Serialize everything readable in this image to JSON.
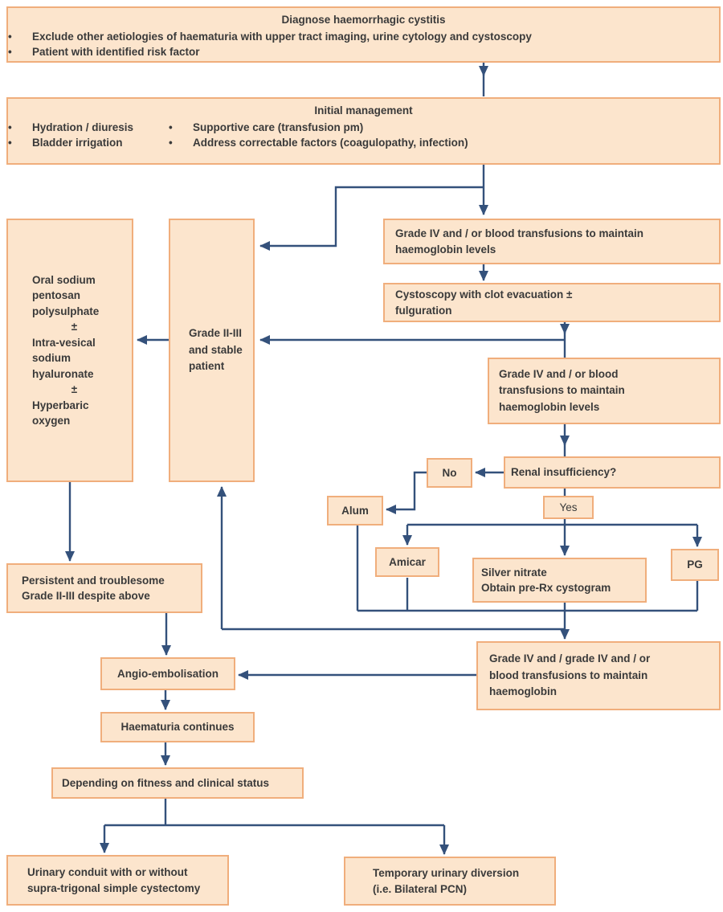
{
  "colors": {
    "box_fill": "#fce5cd",
    "box_border": "#f0ae7c",
    "connector": "#34517b",
    "text": "#3a3a3a"
  },
  "nodes": {
    "diagnose": {
      "title": "Diagnose haemorrhagic cystitis",
      "bullets": [
        "Exclude other aetiologies of haematuria with upper tract imaging, urine cytology and cystoscopy",
        "Patient with identified risk factor"
      ]
    },
    "initial": {
      "title": "Initial management",
      "bullets_left": [
        "Hydration / diuresis",
        "Bladder irrigation"
      ],
      "bullets_right": [
        "Supportive care (transfusion pm)",
        "Address correctable factors (coagulopathy, infection)"
      ]
    },
    "oral": {
      "lines": [
        "Oral sodium",
        "pentosan",
        "polysulphate",
        "±",
        "Intra-vesical",
        "sodium",
        "hyaluronate",
        "±",
        "Hyperbaric",
        "oxygen"
      ]
    },
    "grade23": {
      "lines": [
        "Grade II-III",
        "and stable",
        "patient"
      ]
    },
    "grade4_transfusions_1": {
      "lines": [
        "Grade IV and / or blood transfusions to maintain",
        "haemoglobin levels"
      ]
    },
    "cystoscopy": {
      "lines": [
        "Cystoscopy with clot evacuation ±",
        "fulguration"
      ]
    },
    "grade4_transfusions_2": {
      "lines": [
        "Grade IV and / or blood",
        "transfusions  to maintain",
        "haemoglobin levels"
      ]
    },
    "renal": {
      "text": "Renal insufficiency?"
    },
    "no": {
      "text": "No"
    },
    "yes": {
      "text": "Yes"
    },
    "alum": {
      "text": "Alum"
    },
    "amicar": {
      "text": "Amicar"
    },
    "silver": {
      "lines": [
        "Silver nitrate",
        "Obtain pre-Rx cystogram"
      ]
    },
    "pg": {
      "text": "PG"
    },
    "persistent": {
      "lines": [
        "Persistent and troublesome",
        "Grade II-III despite above"
      ]
    },
    "grade4_transfusions_3": {
      "lines": [
        "Grade IV and / grade IV and / or",
        "blood transfusions to maintain",
        "haemoglobin"
      ]
    },
    "angio": {
      "text": "Angio-embolisation"
    },
    "haematuria": {
      "text": "Haematuria continues"
    },
    "depending": {
      "text": "Depending on fitness and clinical status"
    },
    "urinary_conduit": {
      "lines": [
        "Urinary conduit with or without",
        "supra-trigonal simple cystectomy"
      ]
    },
    "temporary_diversion": {
      "lines": [
        "Temporary urinary diversion",
        "(i.e. Bilateral PCN)"
      ]
    }
  }
}
